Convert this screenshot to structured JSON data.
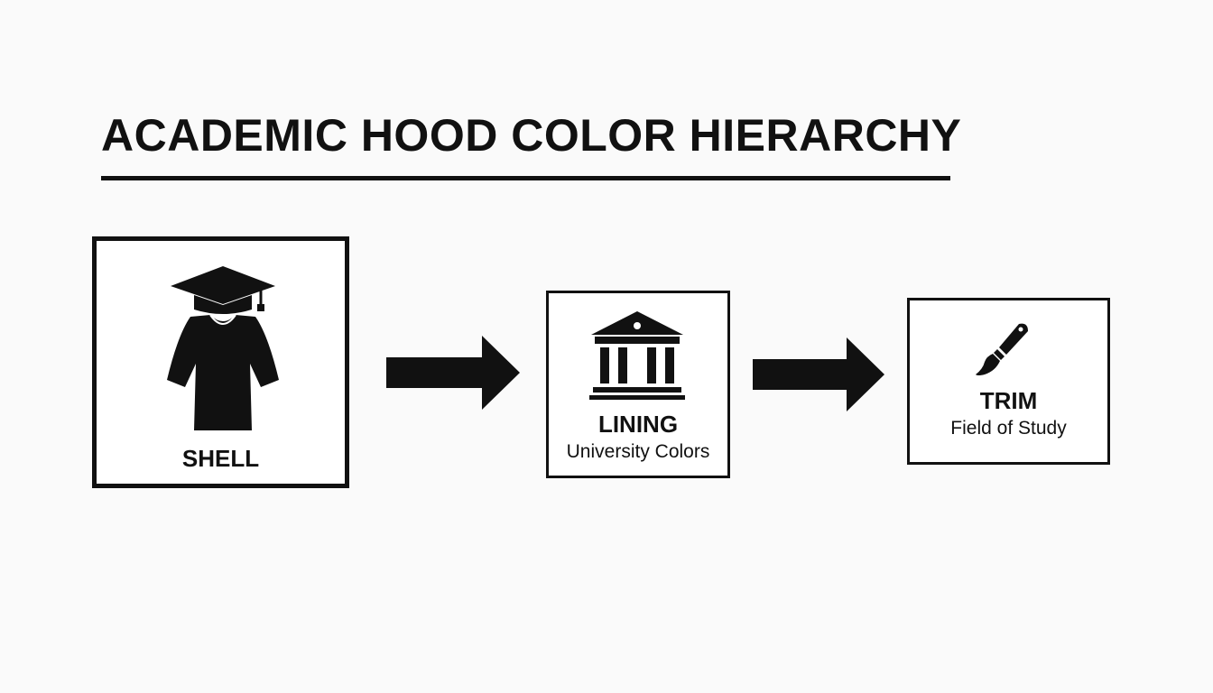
{
  "diagram": {
    "title": "ACADEMIC HOOD COLOR HIERARCHY",
    "nodes": [
      {
        "id": "shell",
        "label": "SHELL",
        "subtitle": "",
        "icon": "graduation-gown-icon"
      },
      {
        "id": "lining",
        "label": "LINING",
        "subtitle": "University Colors",
        "icon": "university-building-icon"
      },
      {
        "id": "trim",
        "label": "TRIM",
        "subtitle": "Field of Study",
        "icon": "paintbrush-icon"
      }
    ],
    "edges": [
      {
        "from": "shell",
        "to": "lining"
      },
      {
        "from": "lining",
        "to": "trim"
      }
    ],
    "colors": {
      "ink": "#111111",
      "background": "#fafafa",
      "box_fill": "#ffffff"
    }
  }
}
